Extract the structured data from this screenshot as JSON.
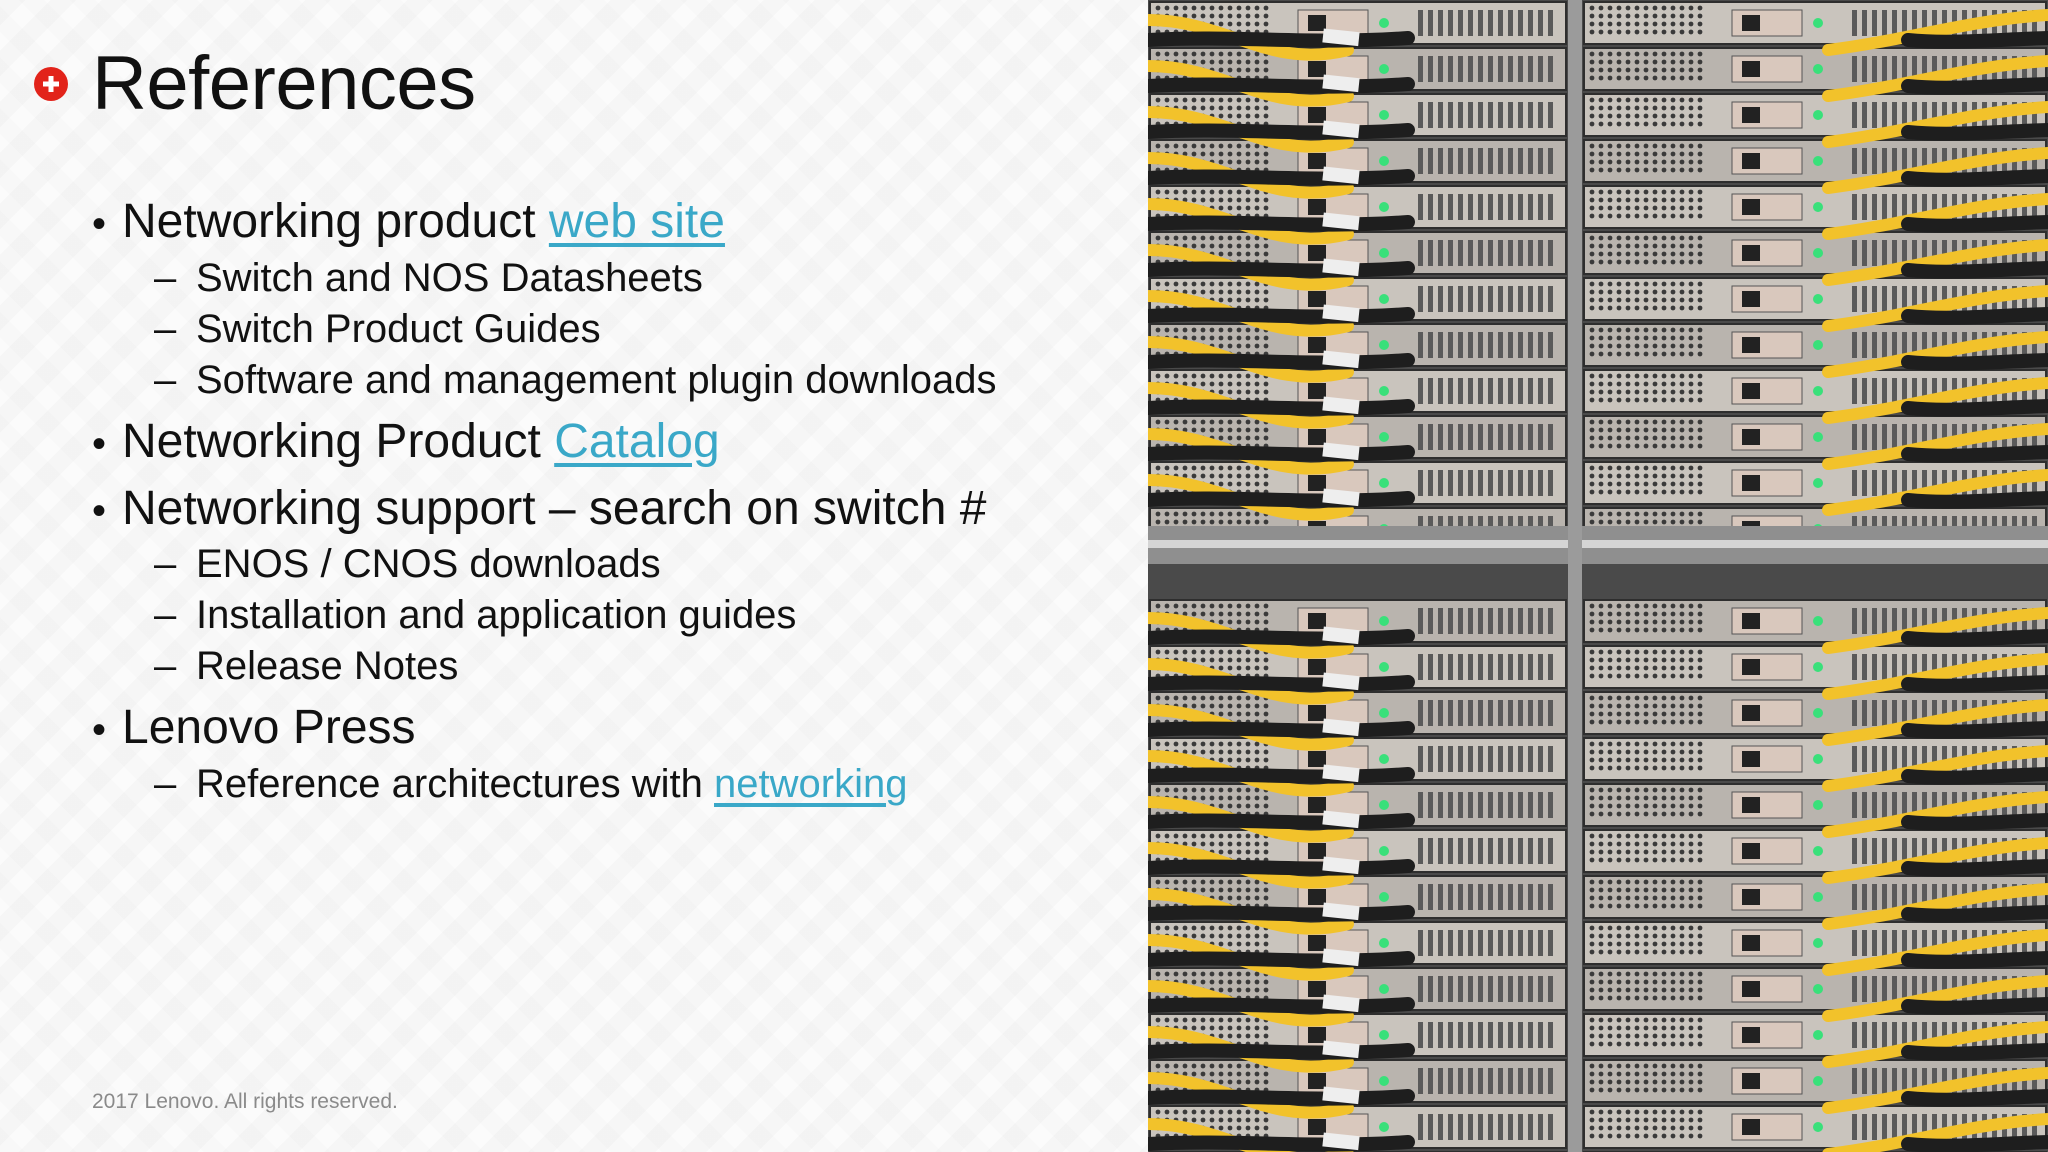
{
  "slide": {
    "title": "References",
    "title_icon": "plus-icon",
    "accent_color": "#e2231a",
    "link_color": "#3aa8c8",
    "footer": "2017 Lenovo. All rights reserved."
  },
  "bullets": {
    "b1": {
      "text": "Networking product ",
      "link": "web site",
      "subs": [
        "Switch and NOS Datasheets",
        "Switch Product Guides",
        "Software and management plugin downloads"
      ]
    },
    "b2": {
      "text": "Networking Product ",
      "link": "Catalog"
    },
    "b3": {
      "text": "Networking support – search on switch #",
      "subs": [
        "ENOS / CNOS downloads",
        "Installation and application guides",
        "Release Notes"
      ]
    },
    "b4": {
      "text": "Lenovo Press",
      "sub_text": "Reference architectures with ",
      "sub_link": "networking"
    }
  },
  "markers": {
    "bullet": "•",
    "dash": "–"
  },
  "image": {
    "subject": "server-rack-photo"
  }
}
